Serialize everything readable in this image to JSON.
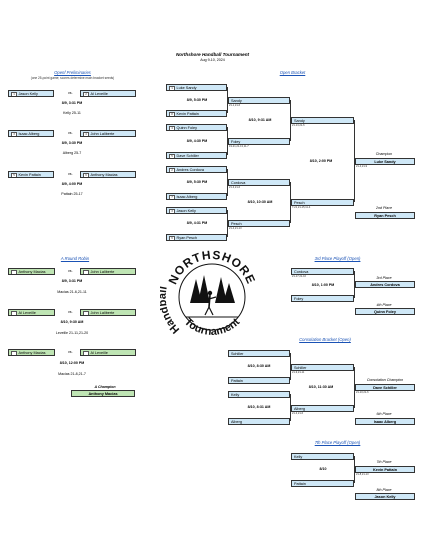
{
  "header": {
    "title": "Northshore Handball Tournament",
    "dates": "Aug 9-10, 2024"
  },
  "prelims": {
    "title": "Openf Preliminaries",
    "note": "(one 25-point game; scores determine main bracket seeds)",
    "matches": [
      {
        "p1": "Jason Kelly",
        "s1": "1",
        "p2": "Al Leveille",
        "s2": "2",
        "time": "8/9, 3:31 PM",
        "result": "Kelly 25-11"
      },
      {
        "p1": "Isaac Alberg",
        "s1": "3",
        "p2": "John Laliberte",
        "s2": "4",
        "time": "8/9, 3:30 PM",
        "result": "Alberg 25-7"
      },
      {
        "p1": "Kevin Pattain",
        "s1": "5",
        "p2": "Anthony Macias",
        "s2": "6",
        "time": "8/9, 4:00 PM",
        "result": "Pattain 25-17"
      }
    ]
  },
  "vs": "vs.",
  "open": {
    "title": "Open Bracket",
    "r1": [
      {
        "top": "Luke Sandy",
        "ts": "1",
        "time": "8/9, 5:30 PM",
        "bot": "Kevin Pattain",
        "bs": "8"
      },
      {
        "top": "Quinn Foley",
        "ts": "4",
        "time": "8/9, 4:30 PM",
        "bot": "Dave Schiller",
        "bs": "5"
      },
      {
        "top": "Andres Cordova",
        "ts": "2",
        "time": "8/9, 5:30 PM",
        "bot": "Isaac Alberg",
        "bs": "7"
      },
      {
        "top": "Jason Kelly",
        "ts": "3",
        "time": "8/9, 4:31 PM",
        "bot": "Ryan Pesch",
        "bs": "6"
      }
    ],
    "r2": [
      {
        "name": "Sandy",
        "score": "21-1,21-6"
      },
      {
        "name": "Foley",
        "score": "19-21,21-13,11-7"
      },
      {
        "name": "Cordova",
        "score": "21-3,21-6"
      },
      {
        "name": "Pesch",
        "score": "21-4,21-13"
      }
    ],
    "r2times": [
      "8/10, 9:31 AM",
      "8/10, 10:30 AM"
    ],
    "r3": [
      {
        "name": "Sandy",
        "score": "21-13,21-6"
      },
      {
        "name": "Pesch",
        "score": "7-21,21-15,11-4"
      }
    ],
    "final_time": "8/10, 2:00 PM",
    "champ_label": "Champion",
    "champ": "Luke Sandy",
    "champ_score": "21-4,21-9",
    "second_label": "2nd Place",
    "second": "Ryan Pesch"
  },
  "third": {
    "title": "3rd Place Playoff (Open)",
    "top": "Cordova",
    "top_score": "21-17,21-16",
    "time": "8/10, 1:00 PM",
    "bot": "Foley",
    "l3": "3rd Place",
    "p3": "Andres Cordova",
    "l4": "4th Place",
    "p4": "Quinn Foley"
  },
  "rr": {
    "title": "A Round Robin",
    "matches": [
      {
        "p1": "Anthony Macias",
        "p2": "John Laliberte",
        "time": "8/9, 3:31 PM",
        "result": "Macias 21-6,21-11"
      },
      {
        "p1": "Al Leveille",
        "p2": "John Laliberte",
        "time": "8/10, 9:30 AM",
        "result": "Leveille 21-11,21-20"
      },
      {
        "p1": "Anthony Macias",
        "p2": "Al Leveille",
        "time": "8/10, 12:00 PM",
        "result": "Macias 21-8,21-7"
      }
    ],
    "champ_label": "A Champion",
    "champ": "Anthony Macias"
  },
  "logo": {
    "top": "NORTHSHORE",
    "left": "Handball",
    "bottom": "Tournament"
  },
  "consolation": {
    "title": "Consolation Bracket (Open)",
    "r1": [
      {
        "top": "Schiller",
        "time": "8/10, 8:30 AM",
        "bot": "Pattain"
      },
      {
        "top": "Kelly",
        "time": "8/10, 8:31 AM",
        "bot": "Alberg"
      }
    ],
    "r2": [
      {
        "name": "Schiller",
        "score": "21-9,21-11"
      },
      {
        "name": "Alberg",
        "score": "21-3,21-6"
      }
    ],
    "r2time": "8/10, 11:30 AM",
    "champ_label": "Consolation Champion",
    "champ": "Dave Schiller",
    "champ_score": "21-10,21-6",
    "l6": "6th Place",
    "p6": "Isaac Alberg"
  },
  "seventh": {
    "title": "7th Place Playoff (Open)",
    "top": "Kelly",
    "time": "8/10",
    "bot": "Pattain",
    "l7": "7th Place",
    "p7": "Kevin Pattain",
    "score": "21-8,21-13",
    "l8": "8th Place",
    "p8": "Jason Kelly"
  }
}
